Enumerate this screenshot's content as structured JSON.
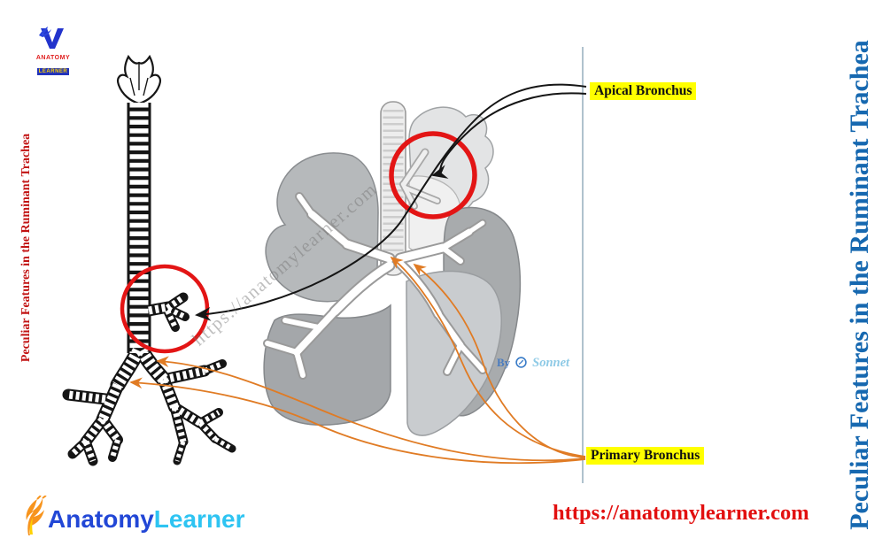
{
  "header_logo": {
    "brand_top": "ANATOMY",
    "brand_bottom": "LEARNER"
  },
  "side_titles": {
    "left": "Peculiar Features in the Ruminant Trachea",
    "right": "Peculiar Features in the Ruminant Trachea"
  },
  "annotations": {
    "apical_bronchus": {
      "label": "Apical Bronchus",
      "highlight": "#ffff00"
    },
    "primary_bronchus": {
      "label": "Primary Bronchus",
      "highlight": "#ffff00"
    }
  },
  "watermark": {
    "text": "https://anatomylearner.com"
  },
  "credit": {
    "prefix": "By",
    "name": "Sonnet"
  },
  "footer": {
    "logo_anatomy": "Anatomy",
    "logo_learner": "Learner",
    "url": "https://anatomylearner.com"
  },
  "colors": {
    "left_title": "#c11212",
    "right_title": "#1668b0",
    "footer_url": "#e21010",
    "arrow_black": "#151515",
    "arrow_orange": "#e07b24",
    "circle_red": "#e31515",
    "divider": "#8fa8b8",
    "label_highlight": "#ffff00",
    "logo_blue": "#2247d6",
    "logo_cyan": "#2ec4f2"
  }
}
